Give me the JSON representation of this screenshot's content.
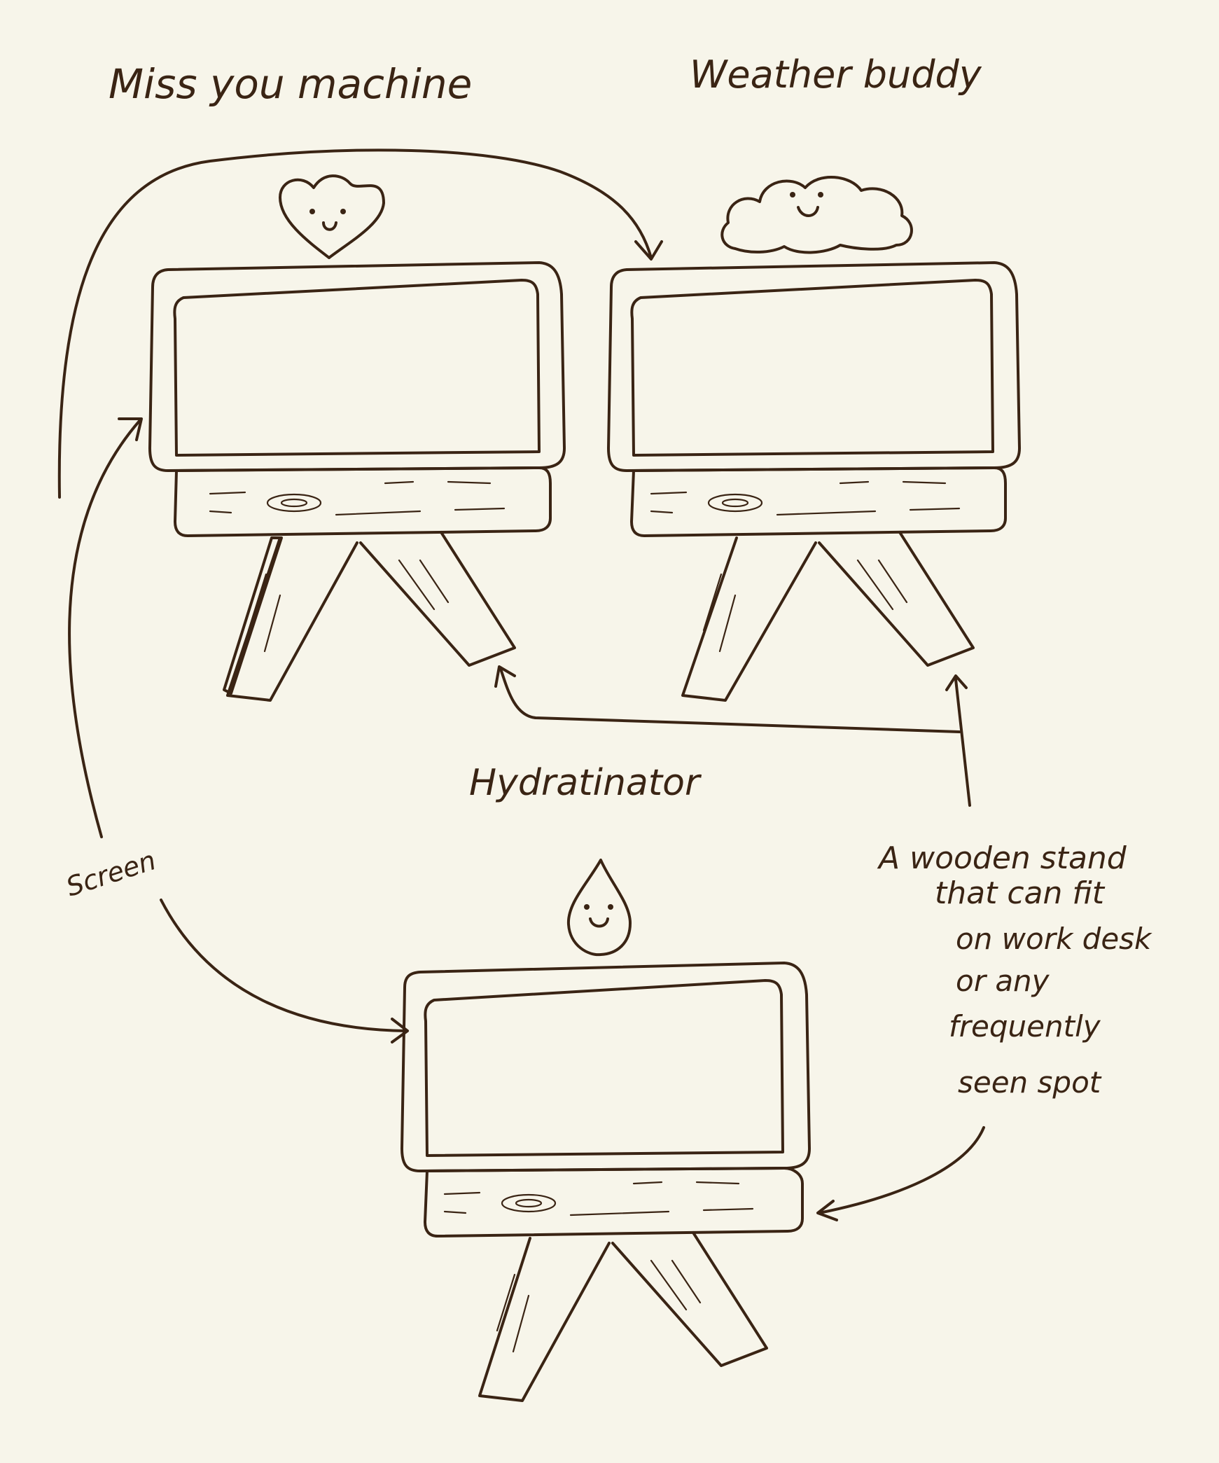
{
  "colors": {
    "background": "#f7f5ea",
    "ink": "#3a2414",
    "screen_fill": "#f7f5ea",
    "wood_fill": "#f7f5ea",
    "heart_fill": "#e8a29a",
    "cloud_fill": "#d3dfe5",
    "drop_fill": "#c9e6e6"
  },
  "titles": {
    "miss_you": "Miss you machine",
    "weather": "Weather buddy",
    "hydratinator": "Hydratinator"
  },
  "annotations": {
    "screen": "Screen",
    "stand_line1": "A wooden stand",
    "stand_line2": "that can fit",
    "stand_line3": "on work desk",
    "stand_line4": "or any",
    "stand_line5": "frequently",
    "stand_line6": "seen spot"
  },
  "icons": {
    "top_left": "heart-face-icon",
    "top_right": "cloud-face-icon",
    "bottom": "water-drop-face-icon"
  }
}
